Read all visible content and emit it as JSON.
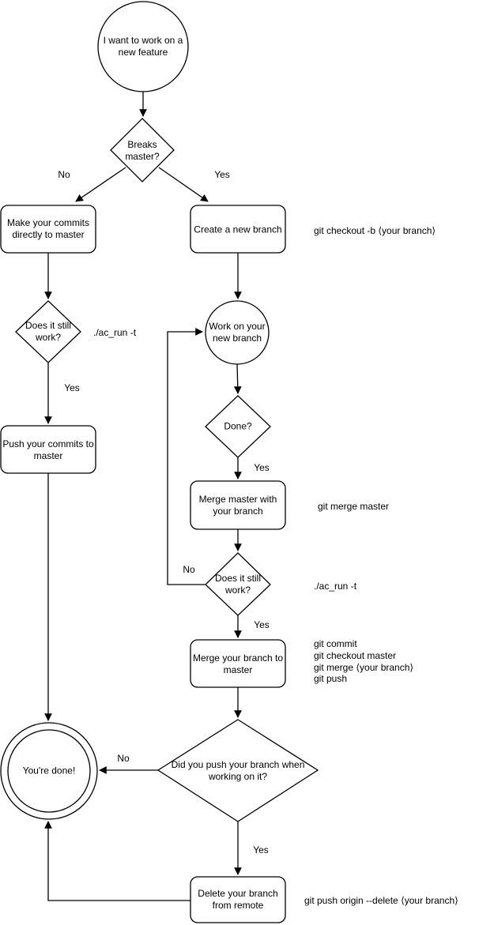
{
  "diagram": {
    "title": "git feature workflow flowchart",
    "colors": {
      "background": "#ffffff",
      "stroke": "#000000",
      "text": "#000000"
    },
    "nodes": {
      "start": {
        "label": "I want to work on a new feature",
        "shape": "circle"
      },
      "breaks_master": {
        "label": "Breaks master?",
        "shape": "diamond"
      },
      "make_commits": {
        "label": "Make your commits directly to master",
        "shape": "rounded-rect"
      },
      "create_branch": {
        "label": "Create a new branch",
        "shape": "rounded-rect"
      },
      "still_work_1": {
        "label": "Does it still work?",
        "shape": "diamond"
      },
      "push_commits": {
        "label": "Push your commits to master",
        "shape": "rounded-rect"
      },
      "work_branch": {
        "label": "Work on your new branch",
        "shape": "circle"
      },
      "done_q": {
        "label": "Done?",
        "shape": "diamond"
      },
      "merge_master": {
        "label": "Merge master with your branch",
        "shape": "rounded-rect"
      },
      "still_work_2": {
        "label": "Does it still work?",
        "shape": "diamond"
      },
      "merge_branch": {
        "label": "Merge your branch to master",
        "shape": "rounded-rect"
      },
      "did_push": {
        "label": "Did you push your branch when working on it?",
        "shape": "diamond"
      },
      "youre_done": {
        "label": "You're done!",
        "shape": "double-circle"
      },
      "delete_remote": {
        "label": "Delete your branch from remote",
        "shape": "rounded-rect"
      }
    },
    "edge_labels": {
      "no_breaks": "No",
      "yes_breaks": "Yes",
      "yes_still_1": "Yes",
      "yes_done": "Yes",
      "no_still_2": "No",
      "yes_still_2": "Yes",
      "no_did_push": "No",
      "yes_did_push": "Yes"
    },
    "annotations": {
      "checkout_cmd": "git checkout -b ⟨your branch⟩",
      "ac_run_1": "./ac_run -t",
      "merge_master_cmd": "git merge master",
      "ac_run_2": "./ac_run -t",
      "merge_branch_cmds": [
        "git commit",
        "git checkout master",
        "git merge ⟨your branch⟩",
        "git push"
      ],
      "delete_cmd": "git push origin --delete ⟨your branch⟩"
    }
  }
}
